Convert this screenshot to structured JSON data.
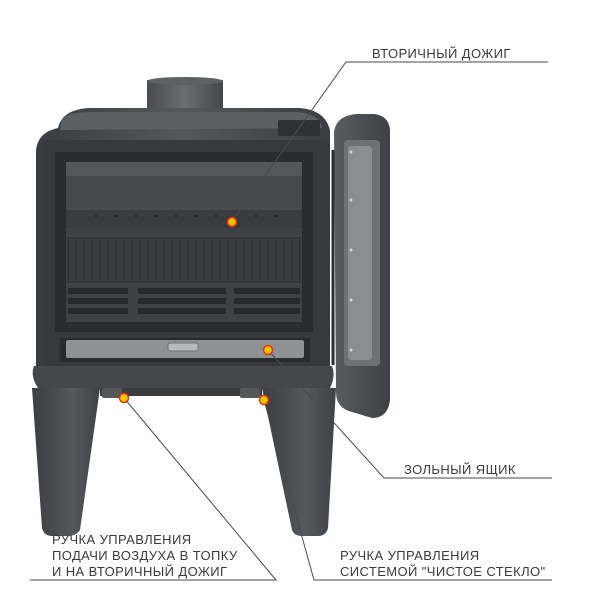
{
  "labels": {
    "secondary_burn": "ВТОРИЧНЫЙ ДОЖИГ",
    "ash_box": "ЗОЛЬНЫЙ ЯЩИК",
    "air_control": [
      "РУЧКА УПРАВЛЕНИЯ",
      "ПОДАЧИ ВОЗДУХА В ТОПКУ",
      "И НА ВТОРИЧНЫЙ ДОЖИГ"
    ],
    "clean_glass_control": [
      "РУЧКА УПРАВЛЕНИЯ",
      "СИСТЕМОЙ \"ЧИСТОЕ СТЕКЛО\""
    ]
  },
  "colors": {
    "marker_fill": "#f2c500",
    "marker_ring": "#e2331c",
    "leader_line": "#4a4a4a",
    "stove_body": "#4b4e52"
  }
}
